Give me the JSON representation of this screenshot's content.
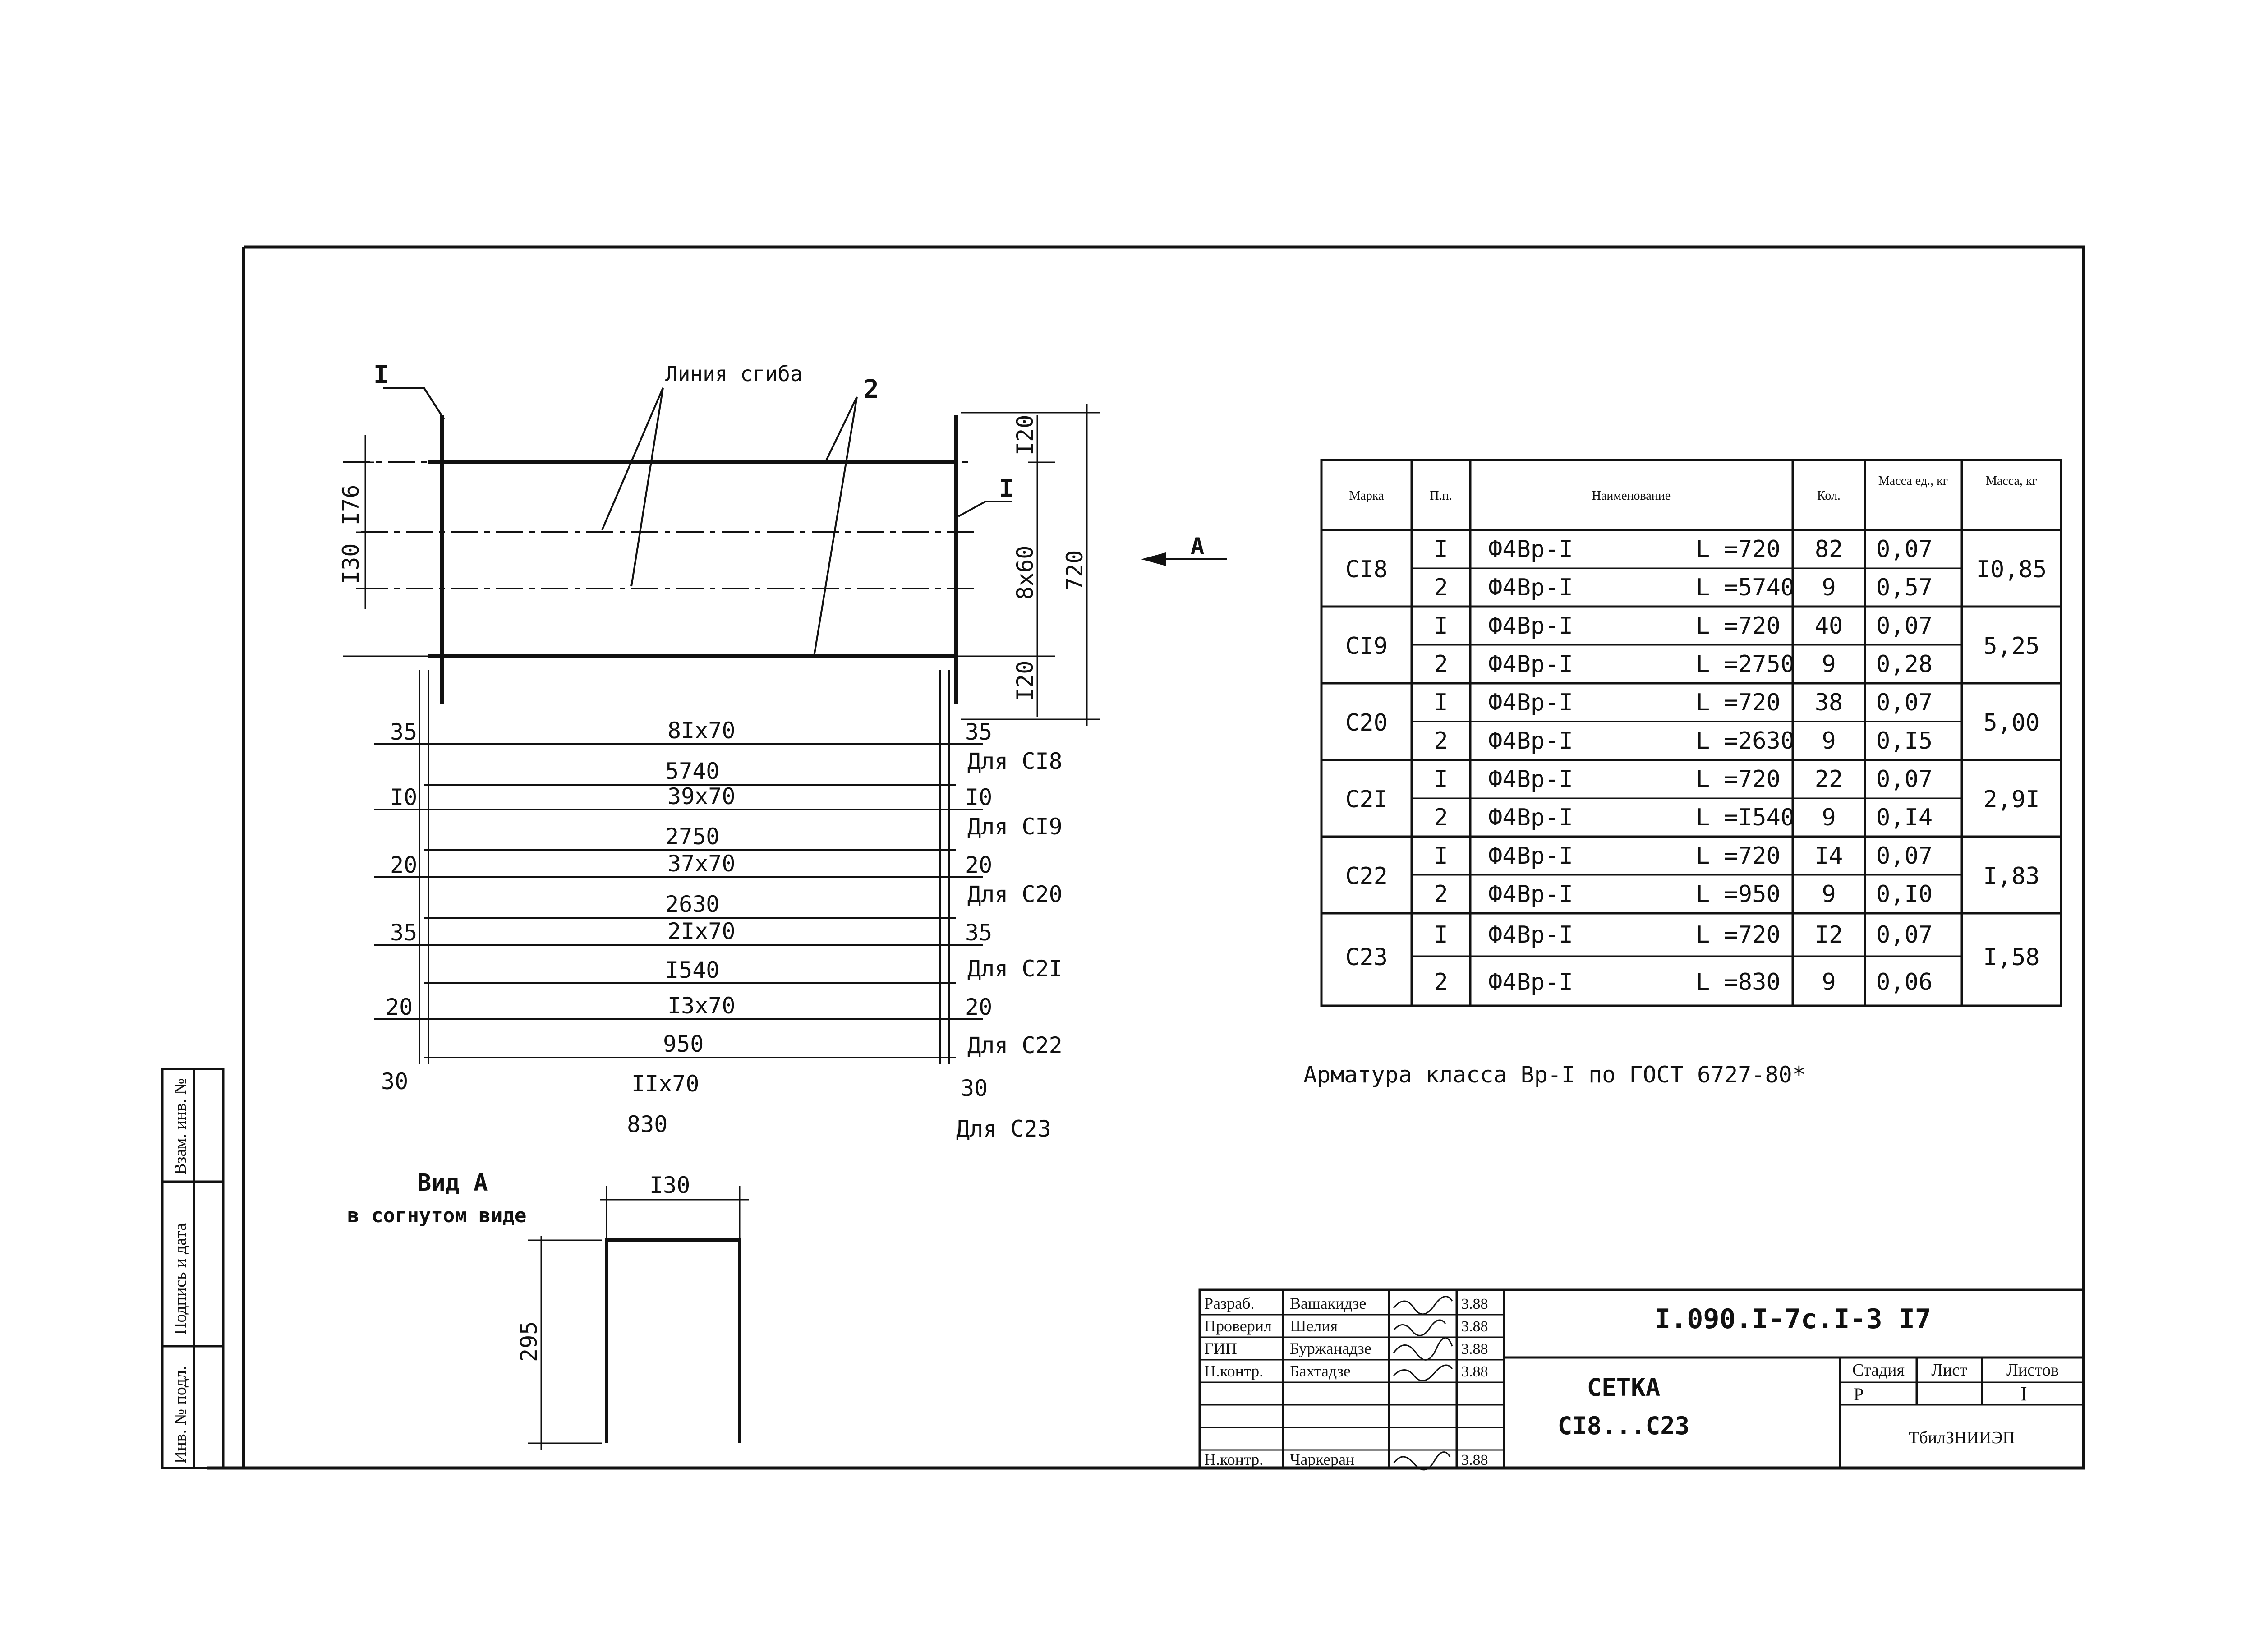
{
  "drawing": {
    "labels": {
      "pos1_top": "I",
      "pos1_right": "I",
      "pos2": "2",
      "bend_line": "Линия сгиба",
      "view_arrow": "A"
    },
    "vertical_dims": {
      "left_176": "I76",
      "left_130": "I30",
      "right_top_120": "I20",
      "right_8x60": "8x60",
      "right_720": "720",
      "right_bot_120": "I20"
    },
    "rows": [
      {
        "left": "35",
        "top": "8Ix70",
        "bottom": "5740",
        "right": "35",
        "for": "Для CI8"
      },
      {
        "left": "I0",
        "top": "39x70",
        "bottom": "2750",
        "right": "I0",
        "for": "Для CI9"
      },
      {
        "left": "20",
        "top": "37x70",
        "bottom": "2630",
        "right": "20",
        "for": "Для C20"
      },
      {
        "left": "35",
        "top": "2Ix70",
        "bottom": "I540",
        "right": "35",
        "for": "Для C2I"
      },
      {
        "left": "20",
        "top": "I3x70",
        "bottom": "950",
        "right": "20",
        "for": "Для C22"
      },
      {
        "left": "30",
        "top": "IIx70",
        "bottom": "830",
        "right": "30",
        "for": "Для C23"
      }
    ],
    "view_a": {
      "title": "Вид А",
      "subtitle": "в согнутом виде",
      "width": "I30",
      "height": "295"
    }
  },
  "spec_table": {
    "headers": [
      "Марка",
      "П.п.",
      "Наименование",
      "Кол.",
      "Масса ед., кг",
      "Масса, кг"
    ],
    "groups": [
      {
        "mark": "CI8",
        "total": "I0,85",
        "rows": [
          {
            "pos": "I",
            "name": "Ф4Вр-I",
            "len": "L =720",
            "qty": "82",
            "mass": "0,07"
          },
          {
            "pos": "2",
            "name": "Ф4Вр-I",
            "len": "L =5740",
            "qty": "9",
            "mass": "0,57"
          }
        ]
      },
      {
        "mark": "CI9",
        "total": "5,25",
        "rows": [
          {
            "pos": "I",
            "name": "Ф4Вр-I",
            "len": "L =720",
            "qty": "40",
            "mass": "0,07"
          },
          {
            "pos": "2",
            "name": "Ф4Вр-I",
            "len": "L =2750",
            "qty": "9",
            "mass": "0,28"
          }
        ]
      },
      {
        "mark": "C20",
        "total": "5,00",
        "rows": [
          {
            "pos": "I",
            "name": "Ф4Вр-I",
            "len": "L =720",
            "qty": "38",
            "mass": "0,07"
          },
          {
            "pos": "2",
            "name": "Ф4Вр-I",
            "len": "L =2630",
            "qty": "9",
            "mass": "0,I5"
          }
        ]
      },
      {
        "mark": "C2I",
        "total": "2,9I",
        "rows": [
          {
            "pos": "I",
            "name": "Ф4Вр-I",
            "len": "L =720",
            "qty": "22",
            "mass": "0,07"
          },
          {
            "pos": "2",
            "name": "Ф4Вр-I",
            "len": "L =I540",
            "qty": "9",
            "mass": "0,I4"
          }
        ]
      },
      {
        "mark": "C22",
        "total": "I,83",
        "rows": [
          {
            "pos": "I",
            "name": "Ф4Вр-I",
            "len": "L =720",
            "qty": "I4",
            "mass": "0,07"
          },
          {
            "pos": "2",
            "name": "Ф4Вр-I",
            "len": "L =950",
            "qty": "9",
            "mass": "0,I0"
          }
        ]
      },
      {
        "mark": "C23",
        "total": "I,58",
        "rows": [
          {
            "pos": "I",
            "name": "Ф4Вр-I",
            "len": "L =720",
            "qty": "I2",
            "mass": "0,07"
          },
          {
            "pos": "2",
            "name": "Ф4Вр-I",
            "len": "L =830",
            "qty": "9",
            "mass": "0,06"
          }
        ]
      }
    ],
    "note": "Арматура класса Вр-I по ГОСТ 6727-80*"
  },
  "title_block": {
    "code": "I.090.I-7c.I-3 I7",
    "title": "СЕТКА",
    "subtitle": "CI8...C23",
    "stage_header": "Стадия",
    "sheet_header": "Лист",
    "sheets_header": "Листов",
    "stage": "Р",
    "sheets": "I",
    "org": "ТбилЗНИИЭП",
    "roles": [
      {
        "role": "Разраб.",
        "name": "Вашакидзе",
        "date": "3.88"
      },
      {
        "role": "Проверил",
        "name": "Шелия",
        "date": "3.88"
      },
      {
        "role": "ГИП",
        "name": "Буржанадзе",
        "date": "3.88"
      },
      {
        "role": "Н.контр.",
        "name": "Бахтадзе",
        "date": "3.88"
      },
      {
        "role": "",
        "name": "",
        "date": ""
      },
      {
        "role": "",
        "name": "",
        "date": ""
      },
      {
        "role": "Н.контр.",
        "name": "Чаркеран",
        "date": "3.88"
      }
    ]
  },
  "side_stamp": [
    "Взам. инв. №",
    "Подпись и дата",
    "Инв. № подл."
  ]
}
